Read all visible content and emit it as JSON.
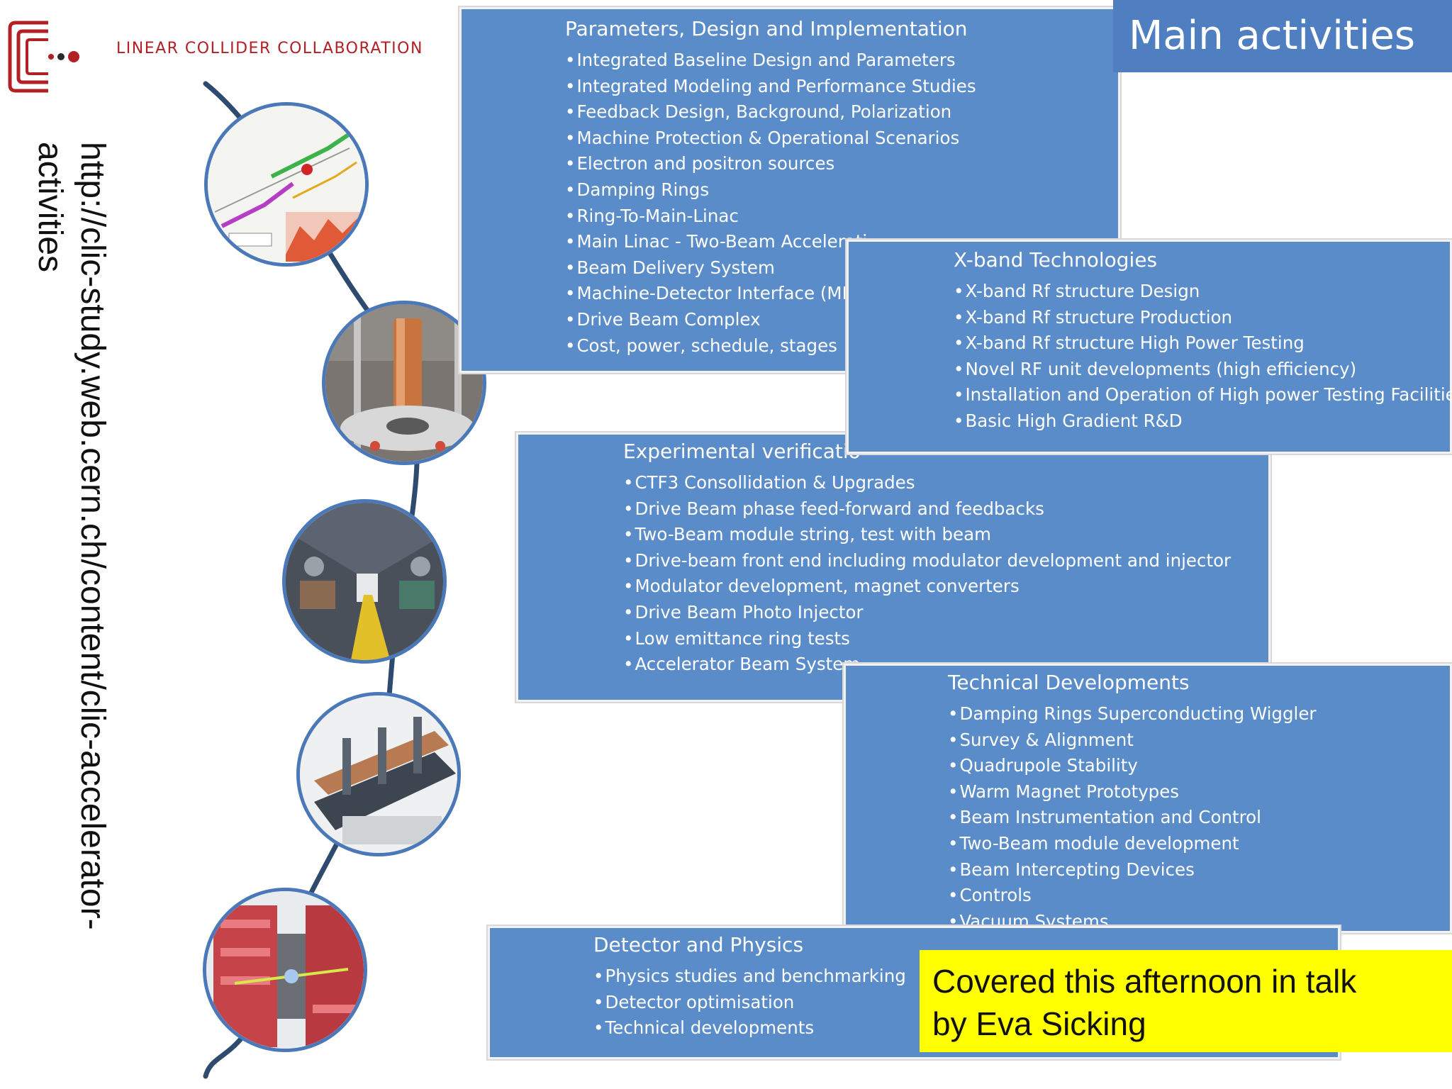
{
  "logo": {
    "text": "LINEAR COLLIDER COLLABORATION",
    "colors": {
      "primary": "#b21f24",
      "dots": "#2b2b2b"
    }
  },
  "vertical_url": {
    "line1": "http://clic-study.web.cern.ch/content/clic-accelerator-",
    "line2": "activities"
  },
  "title_box": {
    "text": "Main activities",
    "color": "#4f7fc1"
  },
  "panels": {
    "pdi": {
      "title": "Parameters, Design and Implementation",
      "items": [
        "Integrated Baseline Design and Parameters",
        "Integrated Modeling and Performance Studies",
        "Feedback Design, Background, Polarization",
        "Machine Protection & Operational Scenarios",
        "Electron and positron sources",
        "Damping Rings",
        "Ring-To-Main-Linac",
        "Main Linac - Two-Beam Accelerati",
        "Beam Delivery System",
        "Machine-Detector Interface (MDI",
        "Drive Beam Complex",
        "Cost, power, schedule, stages"
      ]
    },
    "xband": {
      "title": "X-band Technologies",
      "items": [
        "X-band Rf structure Design",
        "X-band Rf structure Production",
        "X-band Rf structure High Power Testing",
        "Novel RF unit developments (high efficiency)",
        "Installation and Operation of High power Testing Facilities",
        "Basic High Gradient R&D"
      ]
    },
    "exp": {
      "title": "Experimental verificatio",
      "items": [
        "CTF3 Consollidation & Upgrades",
        "Drive Beam phase feed-forward  and feedbacks",
        "Two-Beam module string, test with beam",
        "Drive-beam front end including modulator development and injector",
        "Modulator development, magnet converters",
        "Drive Beam Photo Injector",
        "Low emittance ring tests",
        "Accelerator Beam System"
      ]
    },
    "tech": {
      "title": "Technical Developments",
      "items": [
        "Damping Rings Superconducting Wiggler",
        "Survey & Alignment",
        "Quadrupole Stability",
        "Warm Magnet Prototypes",
        "Beam Instrumentation and Control",
        "Two-Beam module development",
        "Beam Intercepting Devices",
        "Controls",
        "Vacuum Systems"
      ]
    },
    "det": {
      "title": "Detector and Physics",
      "items": [
        "Physics studies and benchmarking",
        "Detector optimisation",
        "Technical developments"
      ]
    }
  },
  "callout": {
    "line1": "Covered this afternoon in talk",
    "line2": "by Eva Sicking",
    "color": "#ffff00"
  },
  "timeline": {
    "line_color": "#2f4a6f",
    "circle_border": "#4a78b8",
    "images": [
      "schematic-diagram-image",
      "rf-structure-photo",
      "tunnel-photo",
      "module-photo",
      "detector-render"
    ]
  },
  "panel_color": "#5b8cca"
}
